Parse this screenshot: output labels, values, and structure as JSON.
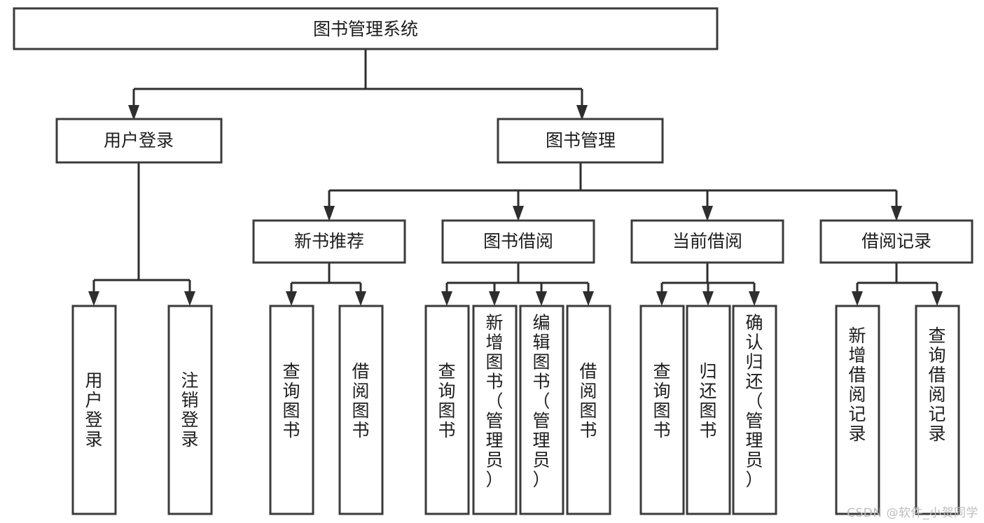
{
  "diagram": {
    "type": "tree-hierarchy",
    "title_node": {
      "id": "root",
      "label": "图书管理系统"
    },
    "level2": [
      {
        "id": "user-login",
        "label": "用户登录"
      },
      {
        "id": "book-management",
        "label": "图书管理"
      }
    ],
    "level3": [
      {
        "id": "new-book-recommend",
        "label": "新书推荐",
        "parent": "book-management"
      },
      {
        "id": "book-borrow",
        "label": "图书借阅",
        "parent": "book-management"
      },
      {
        "id": "current-borrow",
        "label": "当前借阅",
        "parent": "book-management"
      },
      {
        "id": "borrow-record",
        "label": "借阅记录",
        "parent": "book-management"
      }
    ],
    "leaves": {
      "user-login": [
        {
          "id": "leaf-user-login",
          "label": "用户登录"
        },
        {
          "id": "leaf-user-logout",
          "label": "注销登录"
        }
      ],
      "new-book-recommend": [
        {
          "id": "leaf-query-book-1",
          "label": "查询图书"
        },
        {
          "id": "leaf-borrow-book-1",
          "label": "借阅图书"
        }
      ],
      "book-borrow": [
        {
          "id": "leaf-query-book-2",
          "label": "查询图书"
        },
        {
          "id": "leaf-add-book",
          "label": "新增图书（管理员）"
        },
        {
          "id": "leaf-edit-book",
          "label": "编辑图书（管理员）"
        },
        {
          "id": "leaf-borrow-book-2",
          "label": "借阅图书"
        }
      ],
      "current-borrow": [
        {
          "id": "leaf-query-book-3",
          "label": "查询图书"
        },
        {
          "id": "leaf-return-book",
          "label": "归还图书"
        },
        {
          "id": "leaf-confirm-return",
          "label": "确认归还（管理员）"
        }
      ],
      "borrow-record": [
        {
          "id": "leaf-add-record",
          "label": "新增借阅记录"
        },
        {
          "id": "leaf-query-record",
          "label": "查询借阅记录"
        }
      ]
    },
    "colors": {
      "box_stroke": "#3b3b3b",
      "box_fill": "#ffffff",
      "connector": "#2e2e2e",
      "text": "#1d1d1d",
      "background": "#ffffff",
      "watermark": "#bdbdbd"
    }
  },
  "watermark": {
    "text": "CSDN @软件_小贺同学"
  }
}
